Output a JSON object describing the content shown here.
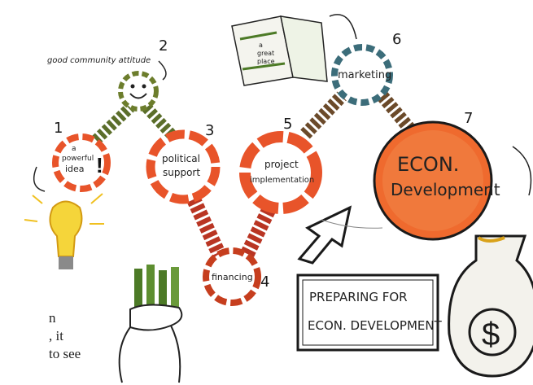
{
  "nodes": [
    {
      "num": "1",
      "label": [
        "a",
        "powerful",
        "idea"
      ]
    },
    {
      "num": "2",
      "label": [
        "good community attitude"
      ]
    },
    {
      "num": "3",
      "label": [
        "political",
        "support"
      ]
    },
    {
      "num": "4",
      "label": [
        "financing"
      ]
    },
    {
      "num": "5",
      "label": [
        "project",
        "implementation"
      ]
    },
    {
      "num": "6",
      "label": [
        "marketing"
      ]
    },
    {
      "num": "7",
      "label": [
        "ECON.",
        "Development"
      ]
    }
  ],
  "book_text": [
    "a",
    "great",
    "place"
  ],
  "banner": [
    "PREPARING FOR",
    "ECON. DEVELOPMENT"
  ],
  "side_text": [
    "n",
    ", it",
    "to see"
  ],
  "colors": {
    "orange": "#e8542a",
    "dark_orange": "#c63e1e",
    "ink": "#222222",
    "green": "#4c7a26",
    "yellow": "#f5d53a"
  }
}
